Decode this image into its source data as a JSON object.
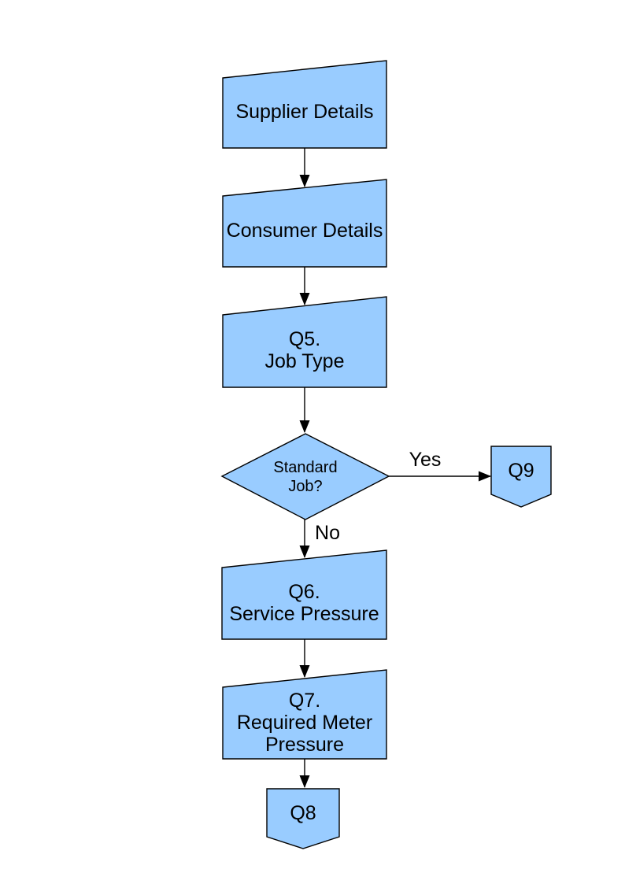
{
  "diagram": {
    "title_hint": "gas job question flow",
    "colors": {
      "background": "#FFFFFF",
      "node_fill": "#99CCFF",
      "node_border": "#000000",
      "connector": "#000000",
      "text": "#000000"
    },
    "nodes": {
      "supplier": {
        "shape": "manual-input",
        "label": "Supplier Details"
      },
      "consumer": {
        "shape": "manual-input",
        "label": "Consumer Details"
      },
      "q5": {
        "shape": "manual-input",
        "line1": "Q5.",
        "line2": "Job Type"
      },
      "decision": {
        "shape": "decision-diamond",
        "line1": "Standard",
        "line2": "Job?"
      },
      "q9": {
        "shape": "off-page-connector",
        "label": "Q9"
      },
      "q6": {
        "shape": "manual-input",
        "line1": "Q6.",
        "line2": "Service Pressure"
      },
      "q7": {
        "shape": "manual-input",
        "line1": "Q7.",
        "line2": "Required Meter",
        "line3": "Pressure"
      },
      "q8": {
        "shape": "off-page-connector",
        "label": "Q8"
      }
    },
    "edges": {
      "yes_label": "Yes",
      "no_label": "No"
    }
  }
}
